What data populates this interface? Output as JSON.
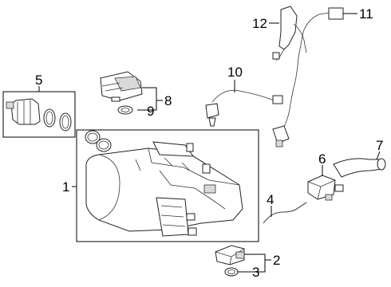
{
  "diagram": {
    "callouts": [
      {
        "id": "1",
        "label": "1"
      },
      {
        "id": "2",
        "label": "2"
      },
      {
        "id": "3",
        "label": "3"
      },
      {
        "id": "4",
        "label": "4"
      },
      {
        "id": "5",
        "label": "5"
      },
      {
        "id": "6",
        "label": "6"
      },
      {
        "id": "7",
        "label": "7"
      },
      {
        "id": "8",
        "label": "8"
      },
      {
        "id": "9",
        "label": "9"
      },
      {
        "id": "10",
        "label": "10"
      },
      {
        "id": "11",
        "label": "11"
      },
      {
        "id": "12",
        "label": "12"
      }
    ],
    "colors": {
      "line": "#000000",
      "background": "#ffffff",
      "part_shade": "#d9d9d9"
    }
  }
}
